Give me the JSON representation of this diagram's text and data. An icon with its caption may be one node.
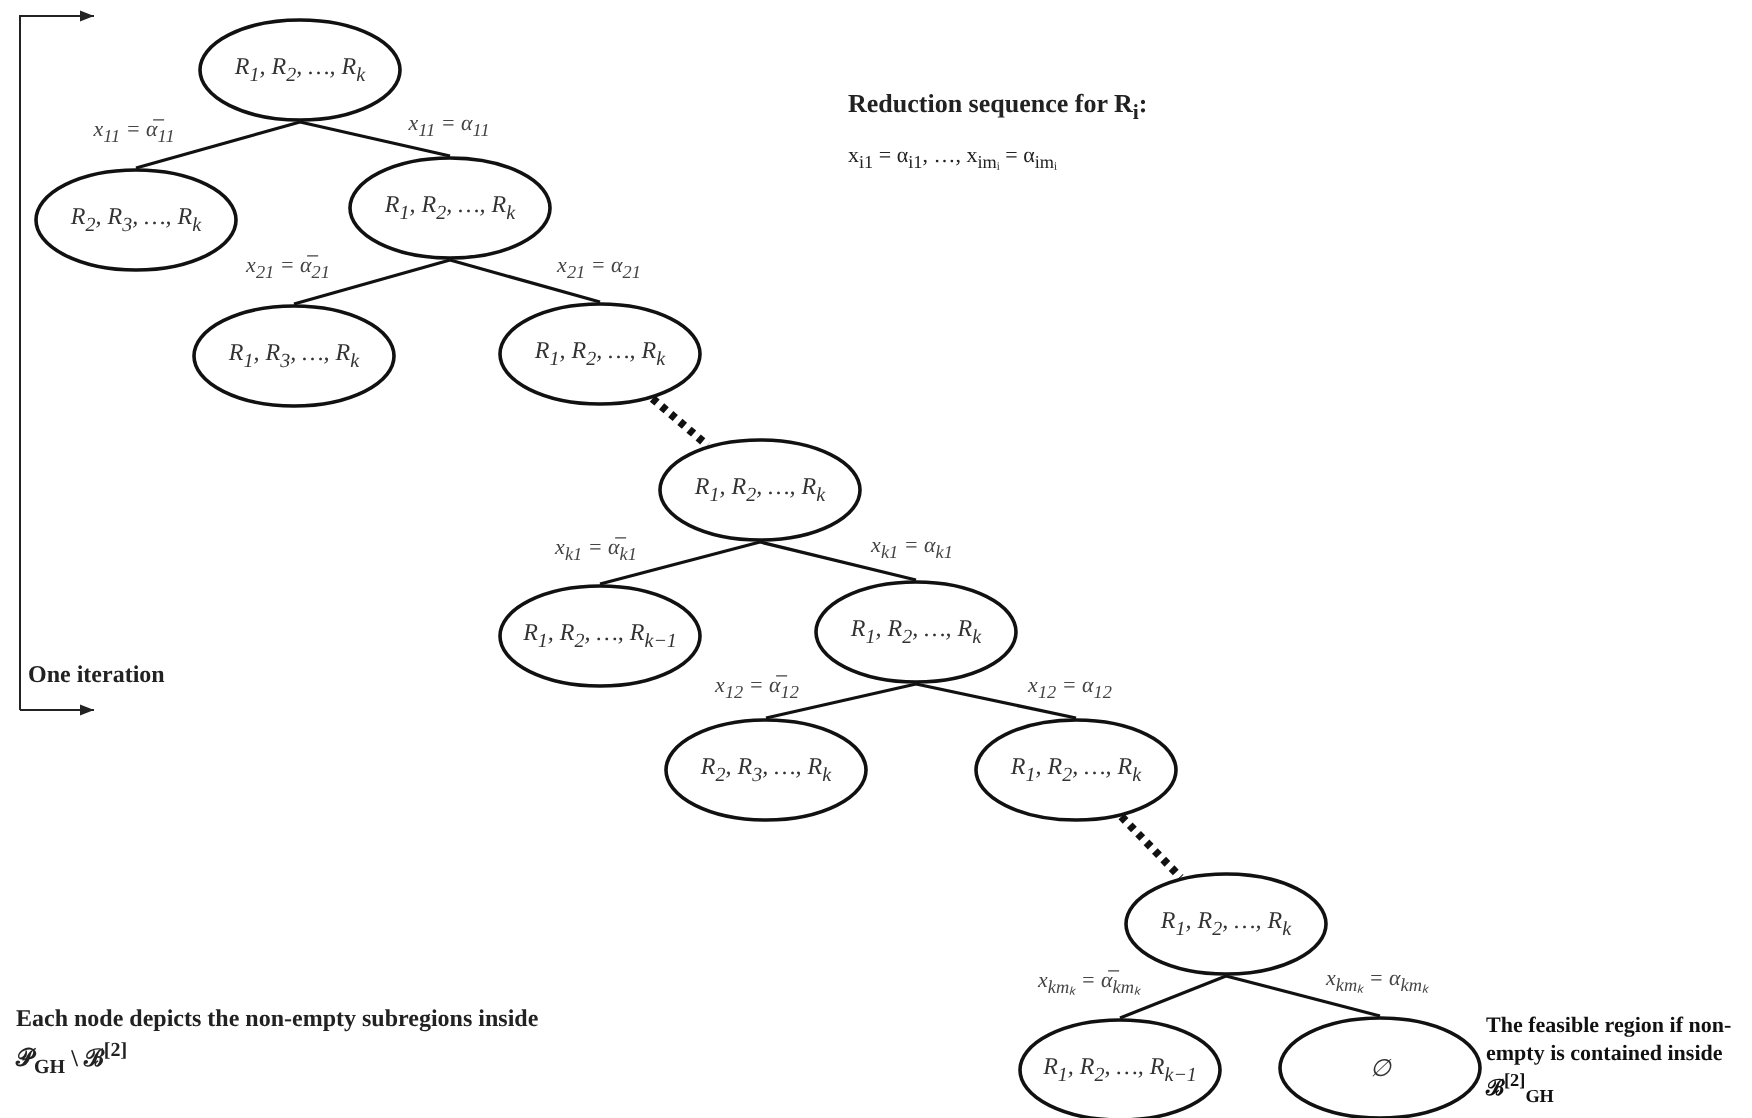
{
  "diagram": {
    "nodes": [
      {
        "text": [
          "R$_{1}$, R$_{2}$, …, R$_{k}$"
        ]
      },
      {
        "text": [
          "R$_{2}$, R$_{3}$, …, R$_{k}$"
        ]
      },
      {
        "text": [
          "R$_{1}$, R$_{2}$, …, R$_{k}$"
        ]
      },
      {
        "text": [
          "R$_{1}$, R$_{3}$, …, R$_{k}$"
        ]
      },
      {
        "text": [
          "R$_{1}$, R$_{2}$, …, R$_{k}$"
        ]
      },
      {
        "text": [
          "R$_{1}$, R$_{2}$, …, R$_{k}$"
        ]
      },
      {
        "text": [
          "R$_{1}$, R$_{2}$, …, R$_{k−1}$"
        ]
      },
      {
        "text": [
          "R$_{1}$, R$_{2}$, …, R$_{k}$"
        ]
      },
      {
        "text": [
          "R$_{2}$, R$_{3}$, …, R$_{k}$"
        ]
      },
      {
        "text": [
          "R$_{1}$, R$_{2}$, …, R$_{k}$"
        ]
      },
      {
        "text": [
          "R$_{1}$, R$_{2}$, …, R$_{k}$"
        ]
      },
      {
        "text": [
          "R$_{1}$, R$_{2}$, …, R$_{k−1}$"
        ]
      },
      {
        "text": [
          "∅"
        ],
        "beside": [
          "The feasible region if non-empty is contained inside ℬ$^{[2]}$$_{GH}$"
        ]
      }
    ],
    "edges": [
      {
        "from": 0,
        "to": 1,
        "arrow": "none",
        "label": "x$_{11}$ = α̅$_{11}$"
      },
      {
        "from": 0,
        "to": 2,
        "arrow": "none",
        "label": "x$_{11}$ = α$_{11}$"
      },
      {
        "from": 2,
        "to": 3,
        "arrow": "none",
        "label": "x$_{21}$ = α̅$_{21}$"
      },
      {
        "from": 2,
        "to": 4,
        "arrow": "none",
        "label": "x$_{21}$ = α$_{21}$"
      },
      {
        "from": 4,
        "to": 5,
        "arrow": "none",
        "style": "dashed"
      },
      {
        "from": 5,
        "to": 6,
        "arrow": "none",
        "label": "x$_{k1}$ = α̅$_{k1}$"
      },
      {
        "from": 5,
        "to": 7,
        "arrow": "none",
        "label": "x$_{k1}$ = α$_{k1}$"
      },
      {
        "from": 7,
        "to": 8,
        "arrow": "none",
        "label": "x$_{12}$ = α̅$_{12}$"
      },
      {
        "from": 7,
        "to": 9,
        "arrow": "none",
        "label": "x$_{12}$ = α$_{12}$"
      },
      {
        "from": 9,
        "to": 10,
        "arrow": "none",
        "style": "dashed"
      },
      {
        "from": 10,
        "to": 11,
        "arrow": "none",
        "label": "x$_{kmₖ}$ = α̅$_{kmₖ}$"
      },
      {
        "from": 10,
        "to": 12,
        "arrow": "none",
        "label": "x$_{kmₖ}$ = α$_{kmₖ}$"
      }
    ],
    "labels": [
      "Reduction sequence for R$_{i}$:",
      "x$_{i1}$ = α$_{i1}$, …, x$_{imᵢ}$ = α$_{imᵢ}$",
      "One iteration",
      "Each node depicts the non-empty subregions inside 𝒫$_{GH}$ \\ ℬ$^{[2]}$"
    ]
  }
}
